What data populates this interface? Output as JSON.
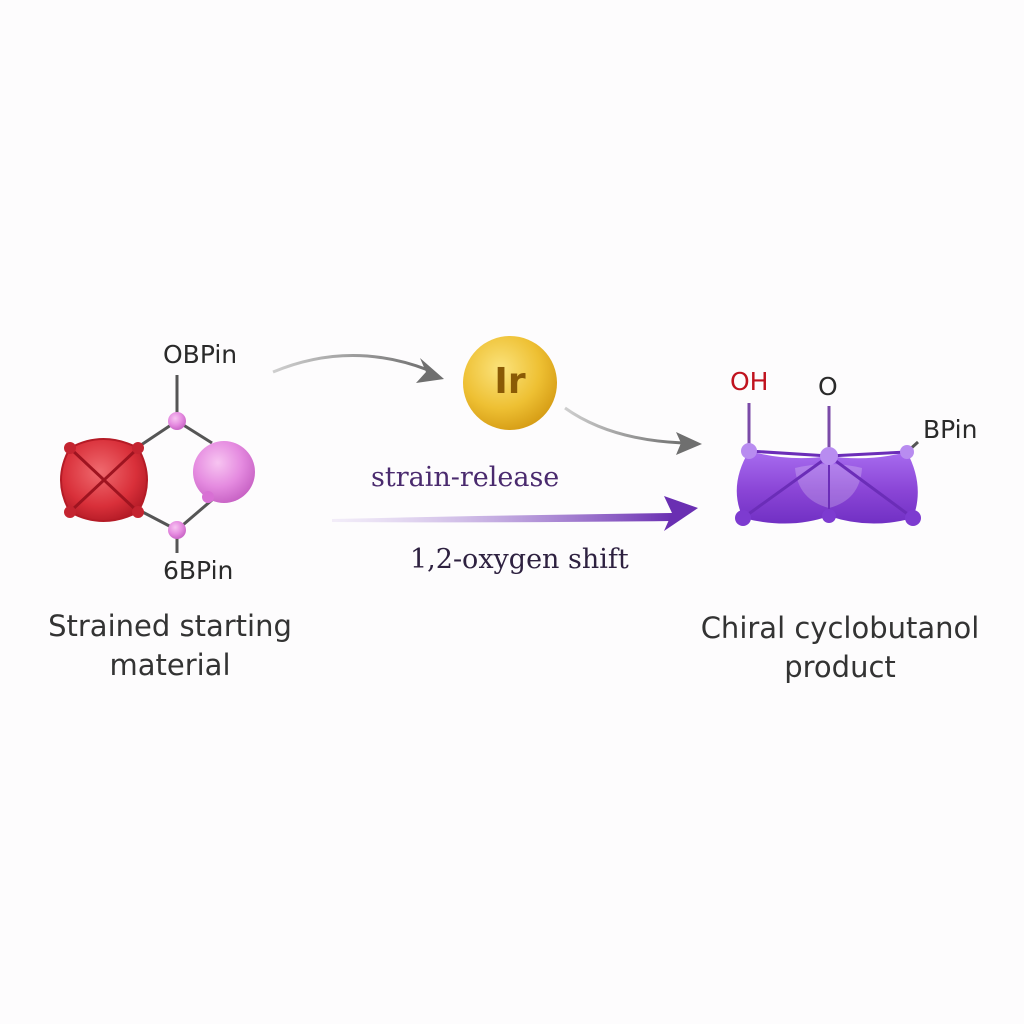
{
  "starting_material": {
    "label_top": "OBPin",
    "label_bottom": "6BPin",
    "caption_line1": "Strained starting",
    "caption_line2": "material"
  },
  "catalyst": {
    "label": "Ir",
    "color": "#e9b92e"
  },
  "conditions": {
    "upper": "strain-release",
    "lower": "1,2-oxygen shift",
    "color": "#4a2a6e"
  },
  "product": {
    "label_oh": "OH",
    "label_o": "O",
    "label_bpin": "BPin",
    "caption_line1": "Chiral cyclobutanol",
    "caption_line2": "product",
    "oh_color": "#c0121e"
  },
  "colors": {
    "red_cage": "#d9303a",
    "pink_atom": "#e58be0",
    "purple_ring": "#8a45d6",
    "grey_arrow": "#6f6f6f"
  }
}
